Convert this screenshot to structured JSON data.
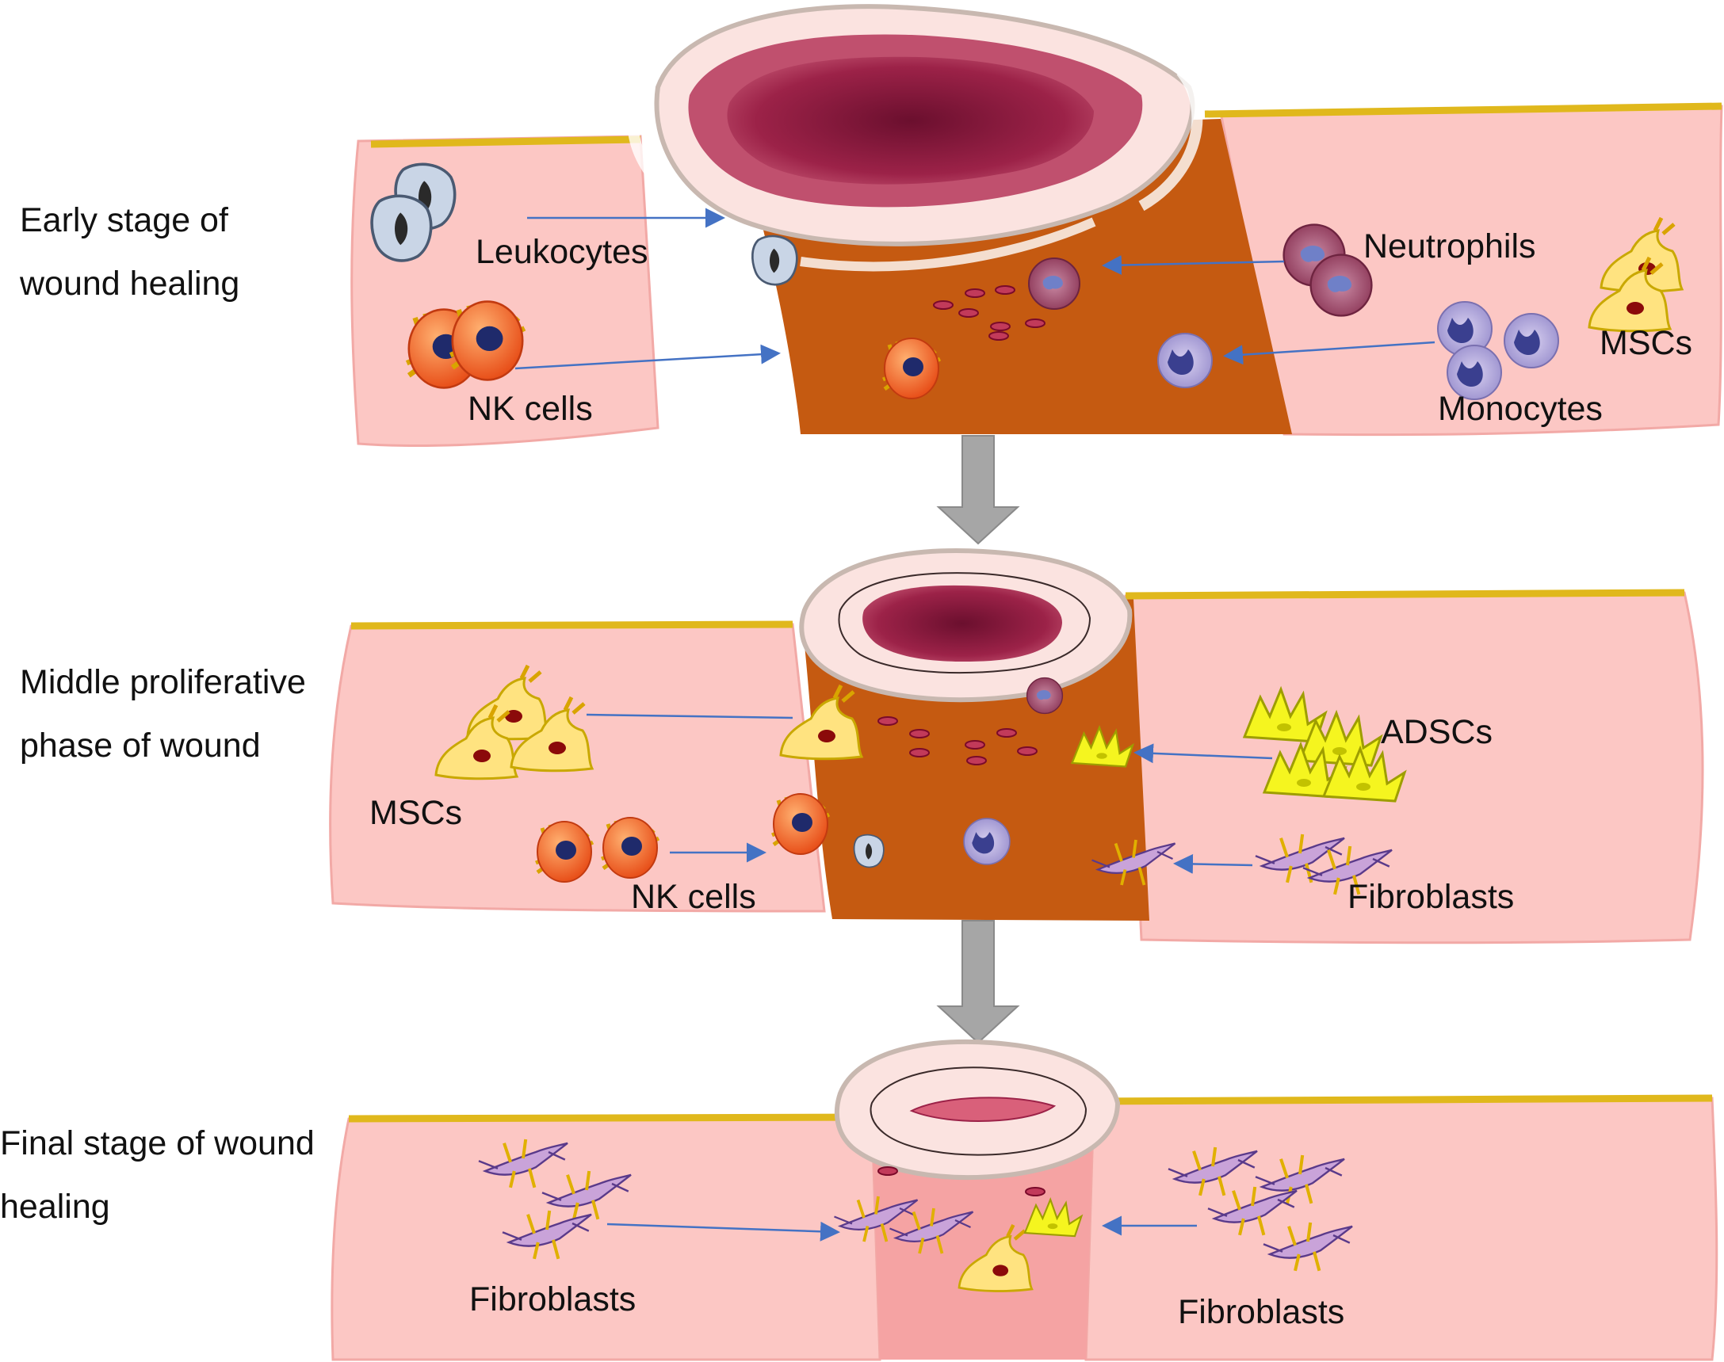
{
  "stages": {
    "early": {
      "label_line1": "Early stage of",
      "label_line2": "wound healing",
      "cells": {
        "leukocytes": "Leukocytes",
        "nk_cells": "NK cells",
        "neutrophils": "Neutrophils",
        "monocytes": "Monocytes",
        "mscs": "MSCs"
      }
    },
    "middle": {
      "label_line1": "Middle proliferative",
      "label_line2": "phase of wound",
      "cells": {
        "mscs": "MSCs",
        "nk_cells": "NK cells",
        "adscs": "ADSCs",
        "fibroblasts": "Fibroblasts"
      }
    },
    "final": {
      "label_line1": "Final stage of wound",
      "label_line2": "healing",
      "cells": {
        "fibroblasts_left": "Fibroblasts",
        "fibroblasts_right": "Fibroblasts"
      }
    }
  },
  "colors": {
    "skin": "#fcc7c4",
    "skin_edge": "#f2a9a6",
    "epidermis": "#e0b81c",
    "wound_tissue": "#c55a11",
    "healed_tissue": "#f5a3a3",
    "wound_core": "#8c1d40",
    "arrow_blue": "#4472c4",
    "stage_arrow": "#a6a6a6",
    "nk_cell": "#f26d21",
    "msc": "#ffe380",
    "adsc": "#f2f21a",
    "fibroblast": "#c9a3d9",
    "neutrophil": "#a64d6a",
    "monocyte": "#8f86c7",
    "leukocyte": "#c9d5e6"
  }
}
